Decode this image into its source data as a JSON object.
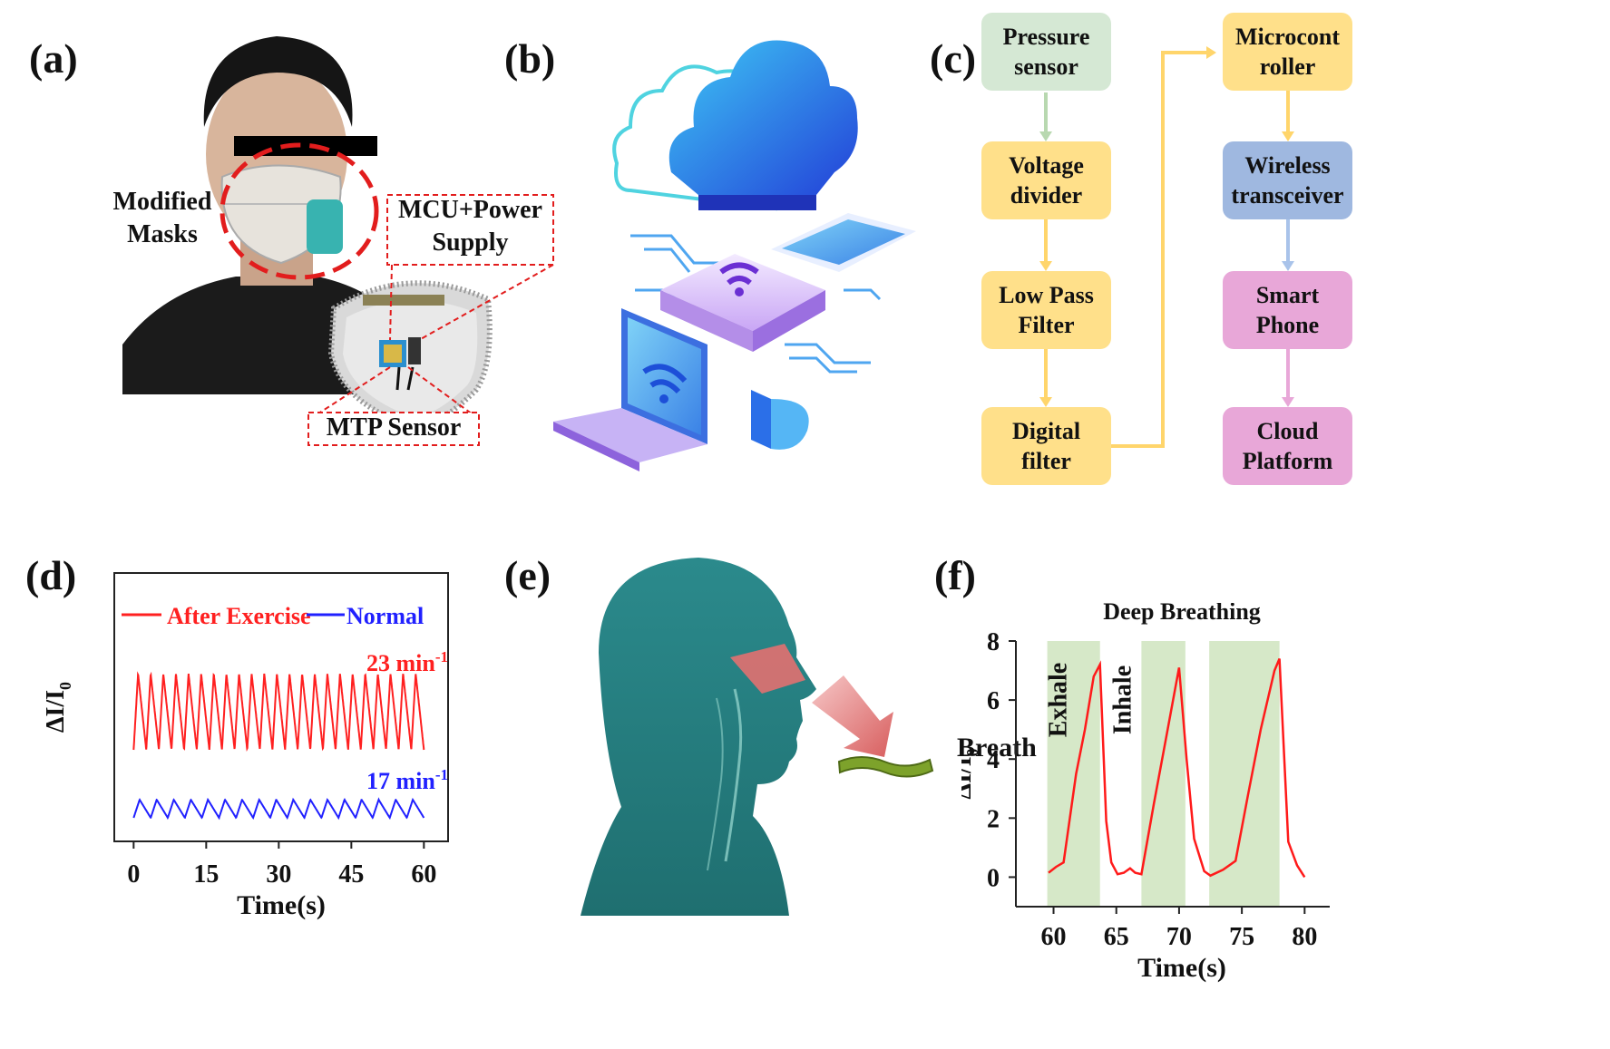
{
  "panels": {
    "a": "(a)",
    "b": "(b)",
    "c": "(c)",
    "d": "(d)",
    "e": "(e)",
    "f": "(f)"
  },
  "panel_a": {
    "modified_masks_line1": "Modified",
    "modified_masks_line2": "Masks",
    "mcu_line1": "MCU+Power",
    "mcu_line2": "Supply",
    "mtp_sensor": "MTP Sensor"
  },
  "flowchart": {
    "boxes": [
      {
        "id": "pressure",
        "line1": "Pressure",
        "line2": "sensor",
        "color": "#d5e8d4"
      },
      {
        "id": "voltage",
        "line1": "Voltage",
        "line2": "divider",
        "color": "#ffe08a"
      },
      {
        "id": "lowpass",
        "line1": "Low Pass",
        "line2": "Filter",
        "color": "#ffe08a"
      },
      {
        "id": "digital",
        "line1": "Digital",
        "line2": "filter",
        "color": "#ffe08a"
      },
      {
        "id": "micro",
        "line1": "Microcont",
        "line2": "roller",
        "color": "#ffe08a"
      },
      {
        "id": "wireless",
        "line1": "Wireless",
        "line2": "transceiver",
        "color": "#9fb8e0"
      },
      {
        "id": "phone",
        "line1": "Smart",
        "line2": "Phone",
        "color": "#e8a7d8"
      },
      {
        "id": "cloud",
        "line1": "Cloud",
        "line2": "Platform",
        "color": "#e8a7d8"
      }
    ]
  },
  "panel_e": {
    "breath": "Breath"
  },
  "chart_data": [
    {
      "type": "line",
      "panel": "d",
      "xlabel": "Time(s)",
      "ylabel": "ΔI/I",
      "ylabel_sub": "0",
      "xlim": [
        -4,
        65
      ],
      "xticks": [
        "0",
        "15",
        "30",
        "45",
        "60"
      ],
      "legend_placement": "top",
      "series": [
        {
          "name": "After Exercise",
          "color": "#ff2020",
          "rate_label": "23 min",
          "rate_sup": "-1",
          "rate_per_min": 23,
          "duration_s": 60
        },
        {
          "name": "Normal",
          "color": "#2020ff",
          "rate_label": "17 min",
          "rate_sup": "-1",
          "rate_per_min": 17,
          "duration_s": 60
        }
      ]
    },
    {
      "type": "line",
      "panel": "f",
      "title": "Deep Breathing",
      "xlabel": "Time(s)",
      "ylabel": "ΔI/I",
      "ylabel_sub": "0",
      "xlim": [
        57,
        82
      ],
      "ylim": [
        -1,
        8
      ],
      "xticks": [
        "60",
        "65",
        "70",
        "75",
        "80"
      ],
      "yticks": [
        "0",
        "2",
        "4",
        "6",
        "8"
      ],
      "annotations": [
        "Exhale",
        "Inhale"
      ],
      "shaded_regions": [
        [
          59.5,
          63.7
        ],
        [
          67.0,
          70.5
        ],
        [
          72.4,
          78.0
        ]
      ],
      "shade_color": "#d6e8c8",
      "series": [
        {
          "color": "#ff1a1a",
          "x": [
            59.6,
            60.2,
            60.8,
            61.3,
            61.8,
            62.5,
            63.2,
            63.7,
            64.2,
            64.6,
            65.1,
            65.6,
            66.1,
            66.5,
            67.0,
            68.0,
            69.0,
            70.0,
            70.6,
            71.2,
            72.0,
            72.5,
            73.5,
            74.5,
            75.5,
            76.5,
            77.6,
            78.0,
            78.7,
            79.4,
            80.0
          ],
          "y": [
            0.15,
            0.35,
            0.5,
            2.0,
            3.5,
            5.0,
            6.8,
            7.2,
            1.9,
            0.5,
            0.1,
            0.15,
            0.3,
            0.15,
            0.1,
            2.5,
            4.8,
            7.1,
            4.0,
            1.3,
            0.2,
            0.05,
            0.25,
            0.55,
            2.8,
            5.0,
            7.0,
            7.4,
            1.2,
            0.4,
            0.0
          ]
        }
      ]
    }
  ]
}
